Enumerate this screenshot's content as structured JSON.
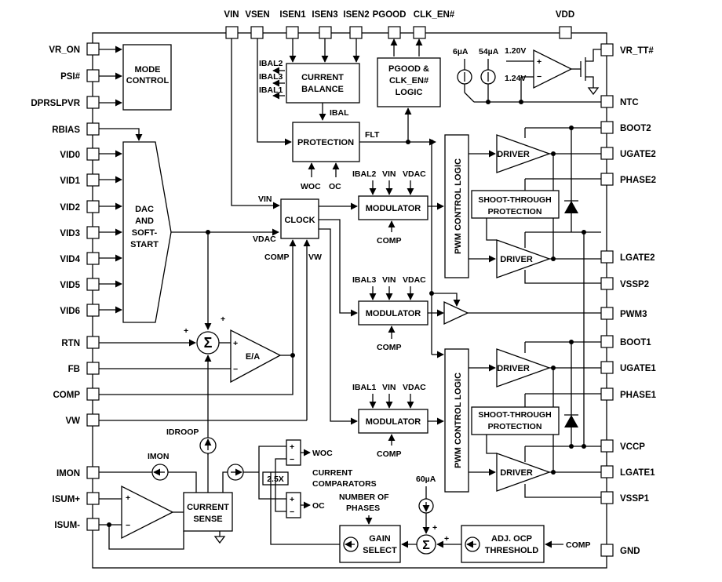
{
  "pins_left": [
    "VR_ON",
    "PSI#",
    "DPRSLPVR",
    "RBIAS",
    "VID0",
    "VID1",
    "VID2",
    "VID3",
    "VID4",
    "VID5",
    "VID6",
    "RTN",
    "FB",
    "COMP",
    "VW",
    "IMON",
    "ISUM+",
    "ISUM-"
  ],
  "pins_right": [
    "VR_TT#",
    "NTC",
    "BOOT2",
    "UGATE2",
    "PHASE2",
    "LGATE2",
    "VSSP2",
    "PWM3",
    "BOOT1",
    "UGATE1",
    "PHASE1",
    "VCCP",
    "LGATE1",
    "VSSP1",
    "GND"
  ],
  "pins_top": [
    "VIN",
    "VSEN",
    "ISEN1",
    "ISEN3",
    "ISEN2",
    "PGOOD",
    "CLK_EN#",
    "VDD"
  ],
  "blocks": {
    "mode_control": [
      "MODE",
      "CONTROL"
    ],
    "current_balance": [
      "CURRENT",
      "BALANCE"
    ],
    "pgood_logic": [
      "PGOOD &",
      "CLK_EN#",
      "LOGIC"
    ],
    "protection": "PROTECTION",
    "dac": [
      "DAC",
      "AND",
      "SOFT-",
      "START"
    ],
    "clock": "CLOCK",
    "modulator": "MODULATOR",
    "pwm_logic": "PWM CONTROL LOGIC",
    "driver": "DRIVER",
    "shoot_through": [
      "SHOOT-THROUGH",
      "PROTECTION"
    ],
    "ea": "E/A",
    "current_sense": [
      "CURRENT",
      "SENSE"
    ],
    "gain_select": [
      "GAIN",
      "SELECT"
    ],
    "ocp_threshold": [
      "ADJ. OCP",
      "THRESHOLD"
    ],
    "ratio": "2.5X"
  },
  "labels": {
    "ibal2": "IBAL2",
    "ibal3": "IBAL3",
    "ibal1": "IBAL1",
    "ibal": "IBAL",
    "flt": "FLT",
    "woc": "WOC",
    "oc": "OC",
    "vin": "VIN",
    "vdac": "VDAC",
    "comp": "COMP",
    "vw": "VW",
    "idroop": "IDROOP",
    "imon": "IMON",
    "cur_comp": [
      "CURRENT",
      "COMPARATORS"
    ],
    "num_phases": [
      "NUMBER OF",
      "PHASES"
    ],
    "i6u": "6µA",
    "i54u": "54µA",
    "i60u": "60µA",
    "v120": "1.20V",
    "v124": "1.24V",
    "mod_inputs": {
      "a": [
        "IBAL2",
        "VIN",
        "VDAC"
      ],
      "b": [
        "IBAL3",
        "VIN",
        "VDAC"
      ],
      "c": [
        "IBAL1",
        "VIN",
        "VDAC"
      ]
    },
    "plus": "+",
    "minus": "−",
    "sigma": "Σ"
  }
}
